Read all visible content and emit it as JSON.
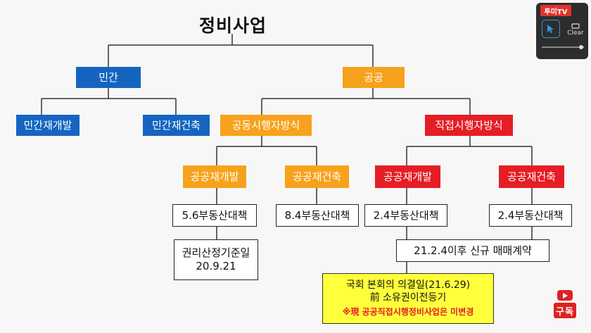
{
  "title": "정비사업",
  "nodes": {
    "private": "민간",
    "public": "공공",
    "private_redevelopment": "민간재개발",
    "private_reconstruction": "민간재건축",
    "joint_method": "공동시행자방식",
    "direct_method": "직접시행자방식",
    "joint_redevelopment": "공공재개발",
    "joint_reconstruction": "공공재건축",
    "direct_redevelopment": "공공재개발",
    "direct_reconstruction": "공공재건축",
    "policy_56": "5.6부동산대책",
    "policy_84": "8.4부동산대책",
    "policy_24_a": "2.4부동산대책",
    "policy_24_b": "2.4부동산대책",
    "rights_date_line1": "권리산정기준일",
    "rights_date_line2": "20.9.21",
    "contract_after": "21.2.4이후 신규 매매계약",
    "assembly_line1": "국회 본회의 의결일(21.6.29)",
    "assembly_line2": "前 소유권이전등기",
    "assembly_note": "※現 공공직접시행정비사업은 미변경"
  },
  "brand": {
    "logo": "투미TV",
    "clear_label": "Clear"
  },
  "subscribe_label": "구독",
  "colors": {
    "private_blue": "#1565c0",
    "public_orange": "#f7a21c",
    "direct_red": "#e51d25",
    "highlight_yellow": "#ffff3c"
  }
}
